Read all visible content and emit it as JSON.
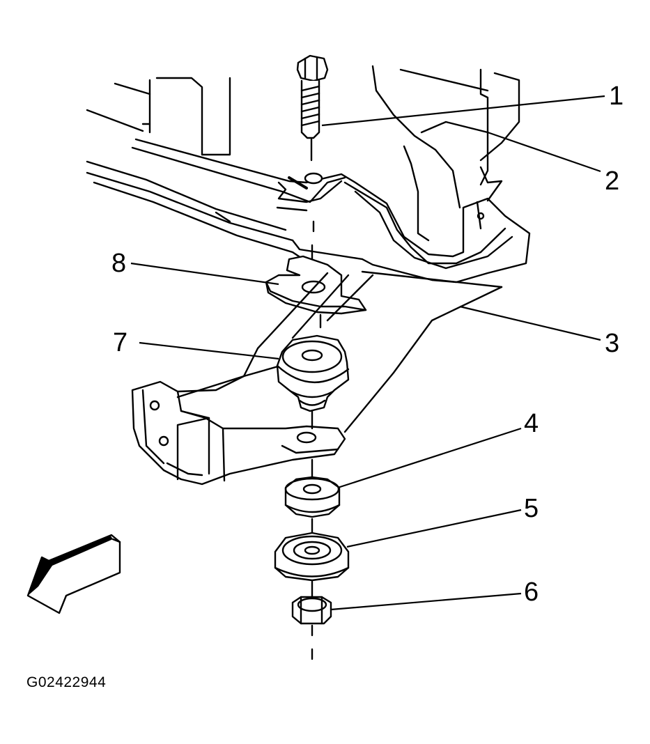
{
  "figure_id": "G02422944",
  "callouts": [
    {
      "number": "1",
      "item": "bolt"
    },
    {
      "number": "2",
      "item": "body"
    },
    {
      "number": "3",
      "item": "frame"
    },
    {
      "number": "4",
      "item": "lower-cushion"
    },
    {
      "number": "5",
      "item": "retainer"
    },
    {
      "number": "6",
      "item": "nut"
    },
    {
      "number": "7",
      "item": "upper-cushion"
    },
    {
      "number": "8",
      "item": "spacer"
    }
  ],
  "colors": {
    "line": "#000000",
    "background": "#ffffff"
  }
}
